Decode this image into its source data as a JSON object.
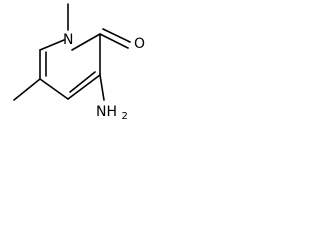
{
  "structure": {
    "atoms": {
      "ring_nitrogen": "N",
      "carbonyl_oxygen": "O",
      "amino_group": "NH",
      "amino_subscript": "2"
    }
  }
}
